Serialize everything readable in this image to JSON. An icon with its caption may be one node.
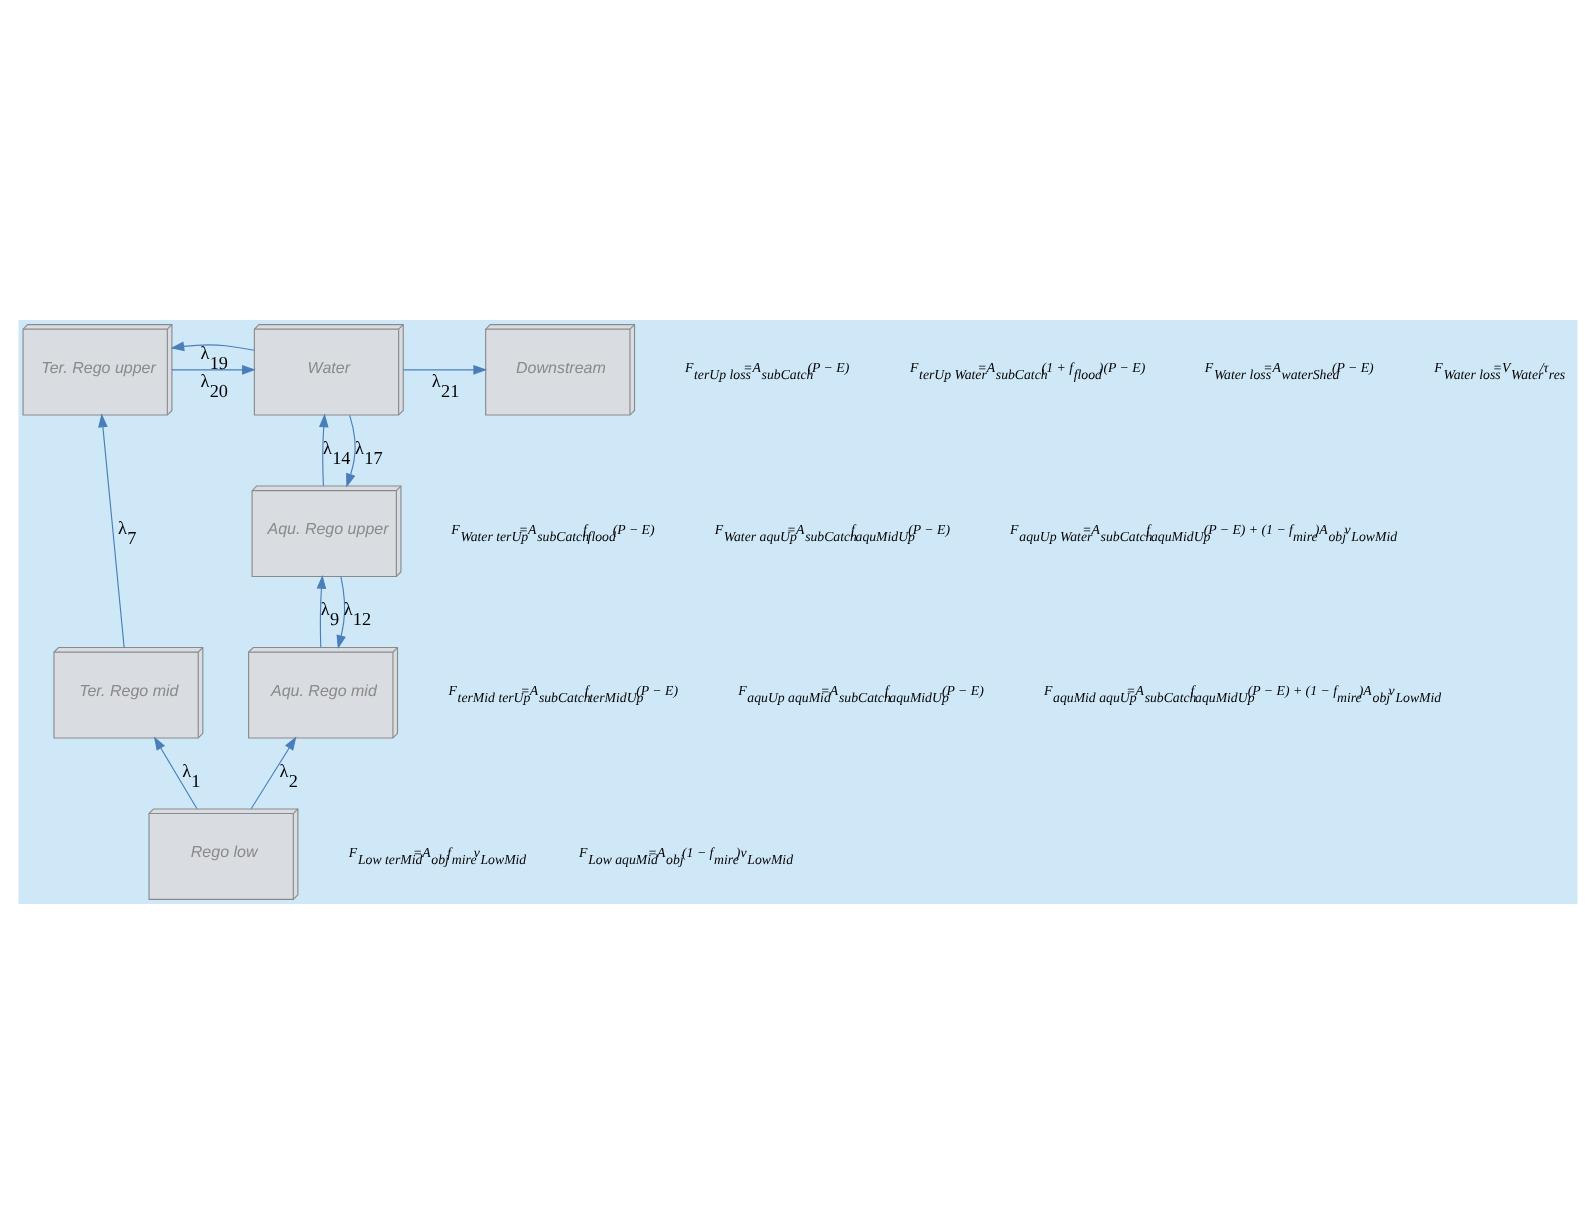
{
  "diagram": {
    "nodes": [
      {
        "text": [
          "Ter. Rego upper"
        ]
      },
      {
        "text": [
          "Water"
        ]
      },
      {
        "text": [
          "Downstream"
        ]
      },
      {
        "text": [
          "Aqu. Rego upper"
        ]
      },
      {
        "text": [
          "Ter. Rego mid"
        ]
      },
      {
        "text": [
          "Aqu. Rego mid"
        ]
      },
      {
        "text": [
          "Rego low"
        ]
      }
    ],
    "edges": [
      {
        "from": 0,
        "to": 1,
        "arrow": "to",
        "label": "λ$_{20}$"
      },
      {
        "from": 1,
        "to": 0,
        "arrow": "to",
        "label": "λ$_{19}$"
      },
      {
        "from": 1,
        "to": 2,
        "arrow": "to",
        "label": "λ$_{21}$"
      },
      {
        "from": 3,
        "to": 1,
        "arrow": "to",
        "label": "λ$_{14}$"
      },
      {
        "from": 1,
        "to": 3,
        "arrow": "to",
        "label": "λ$_{17}$"
      },
      {
        "from": 4,
        "to": 0,
        "arrow": "to",
        "label": "λ$_{7}$"
      },
      {
        "from": 5,
        "to": 3,
        "arrow": "to",
        "label": "λ$_{9}$"
      },
      {
        "from": 3,
        "to": 5,
        "arrow": "to",
        "label": "λ$_{12}$"
      },
      {
        "from": 6,
        "to": 4,
        "arrow": "to",
        "label": "λ$_{1}$"
      },
      {
        "from": 6,
        "to": 5,
        "arrow": "to",
        "label": "λ$_{2}$"
      }
    ],
    "labels": [
      "F$_{terUp loss}$=A$_{subCatch}$(P − E)",
      "F$_{terUp Water}$=A$_{subCatch}$(1 + f$_{flood}$)(P − E)",
      "F$_{Water loss}$=A$_{waterShed}$(P − E)",
      "F$_{Water loss}$=V$_{Water}$/τ$_{res}$",
      "F$_{Water terUp}$=A$_{subCatch}$f$_{flood}$(P − E)",
      "F$_{Water aquUp}$=A$_{subCatch}$f$_{aquMidUp}$(P − E)",
      "F$_{aquUp Water}$=A$_{subCatch}$f$_{aquMidUp}$(P − E) + (1 − f$_{mire}$)A$_{obj}$v$_{LowMid}$",
      "F$_{terMid terUp}$=A$_{subCatch}$f$_{terMidUp}$(P − E)",
      "F$_{aquUp aquMid}$=A$_{subCatch}$f$_{aquMidUp}$(P − E)",
      "F$_{aquMid aquUp}$=A$_{subCatch}$f$_{aquMidUp}$(P − E) + (1 − f$_{mire}$)A$_{obj}$v$_{LowMid}$",
      "F$_{Low terMid}$=A$_{obj}$f$_{mire}$v$_{LowMid}$",
      "F$_{Low aquMid}$=A$_{obj}$(1 − f$_{mire}$)v$_{LowMid}$"
    ]
  }
}
